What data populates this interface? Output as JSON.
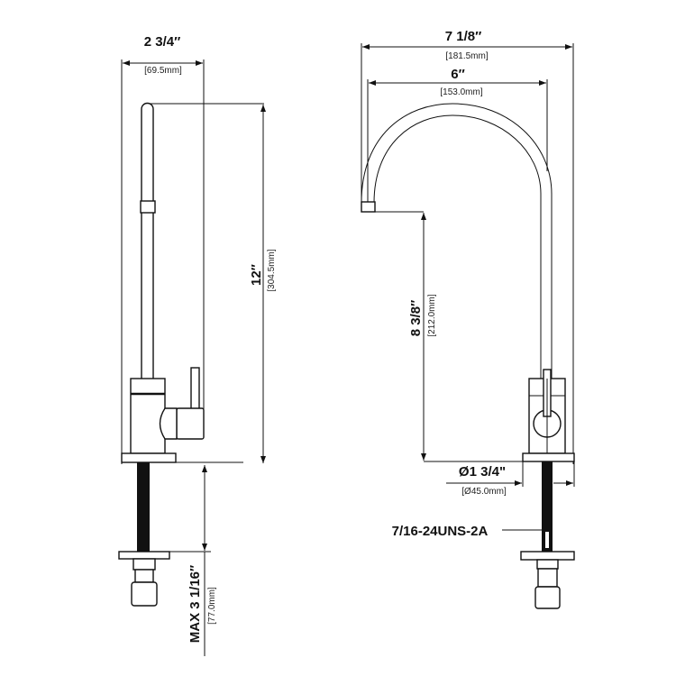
{
  "side_view": {
    "width_in": "2 3/4″",
    "width_mm": "[69.5mm]",
    "height_in": "12″",
    "height_mm": "[304.5mm]",
    "max_thickness_in": "MAX 3 1/16″",
    "max_thickness_mm": "[77.0mm]"
  },
  "front_view": {
    "overall_reach_in": "7 1/8″",
    "overall_reach_mm": "[181.5mm]",
    "spout_reach_in": "6″",
    "spout_reach_mm": "[153.0mm]",
    "spout_height_in": "8 3/8″",
    "spout_height_mm": "[212.0mm]",
    "base_diameter_in": "Ø1 3/4\"",
    "base_diameter_mm": "[Ø45.0mm]",
    "thread_spec": "7/16-24UNS-2A"
  }
}
